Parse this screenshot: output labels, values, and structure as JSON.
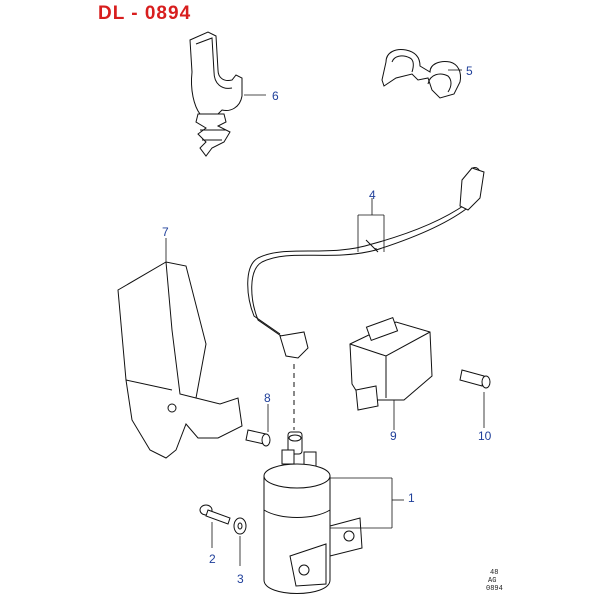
{
  "diagram_code": "DL - 0894",
  "callouts": [
    "1",
    "2",
    "3",
    "4",
    "5",
    "6",
    "7",
    "8",
    "9",
    "10"
  ],
  "stamp": {
    "line1": "48",
    "line2": "AG",
    "line3": "0894"
  }
}
